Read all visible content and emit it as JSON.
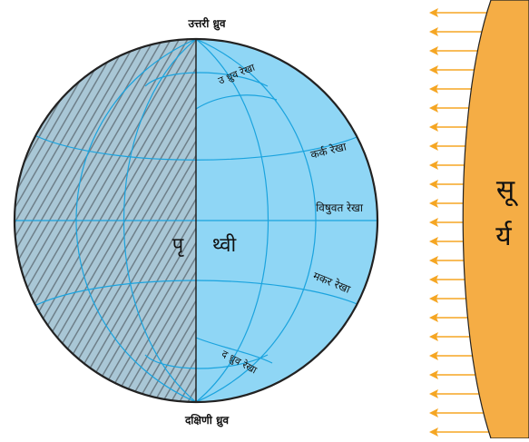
{
  "diagram": {
    "north_pole_label": "उत्तरी ध्रुव",
    "south_pole_label": "दक्षिणी ध्रुव",
    "earth_label_part1": "पृ",
    "earth_label_part2": "थ्वी",
    "lines": {
      "arctic": "उ ध्रुव रेखा",
      "tropic_cancer": "कर्क रेखा",
      "equator": "विषुवत रेखा",
      "tropic_capricorn": "मकर रेखा",
      "antarctic": "द ध्रुव रेखा"
    },
    "sun_label_part1": "सू",
    "sun_label_part2": "र्य",
    "colors": {
      "earth_lit": "#8fd6f5",
      "earth_dark": "#7aa0b4",
      "grid_line": "#1aa3de",
      "outline": "#222222",
      "sun": "#f5ad45",
      "ray": "#f5a623"
    }
  }
}
